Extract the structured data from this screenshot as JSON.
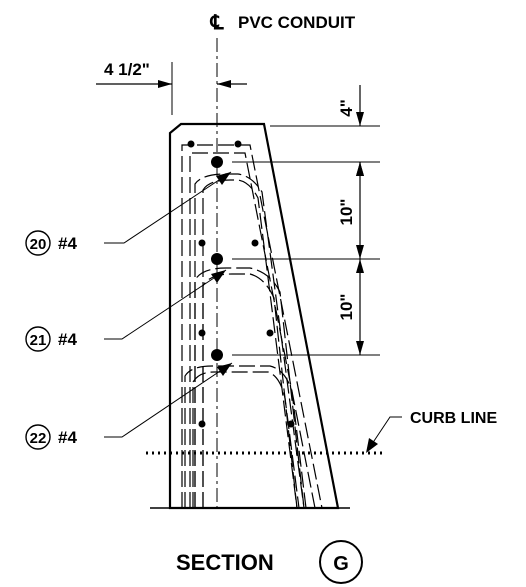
{
  "labels": {
    "centerline_symbol": "℄",
    "conduit": "PVC CONDUIT",
    "dim_top": "4 1/2\"",
    "dim_right_top": "4\"",
    "dim_right_mid": "10\"",
    "dim_right_low": "10\"",
    "curb_line": "CURB LINE",
    "section_word": "SECTION",
    "section_letter": "G"
  },
  "callouts": [
    {
      "number": "20",
      "bar": "#4"
    },
    {
      "number": "21",
      "bar": "#4"
    },
    {
      "number": "22",
      "bar": "#4"
    }
  ]
}
